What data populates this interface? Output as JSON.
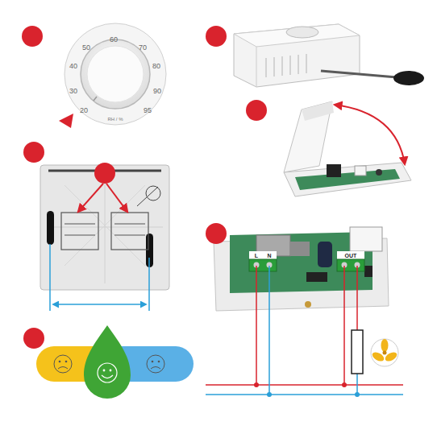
{
  "diagram": {
    "labels": [
      "60",
      "50",
      "70",
      "40",
      "80",
      "30",
      "90",
      "20",
      "95",
      "RH / %",
      "L",
      "N",
      "OUT"
    ]
  }
}
